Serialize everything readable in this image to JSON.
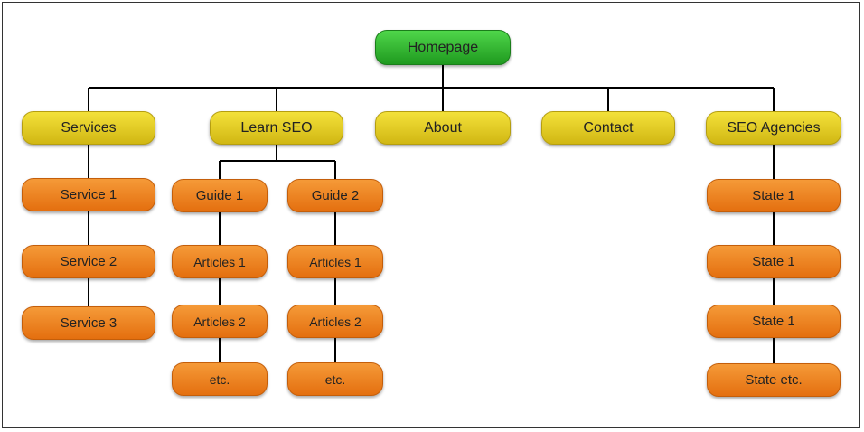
{
  "root": {
    "label": "Homepage"
  },
  "services": {
    "label": "Services",
    "children": [
      "Service 1",
      "Service 2",
      "Service 3"
    ]
  },
  "learn_seo": {
    "label": "Learn SEO",
    "guide1": {
      "label": "Guide 1",
      "children": [
        "Articles 1",
        "Articles 2",
        "etc."
      ]
    },
    "guide2": {
      "label": "Guide 2",
      "children": [
        "Articles 1",
        "Articles 2",
        "etc."
      ]
    }
  },
  "about": {
    "label": "About"
  },
  "contact": {
    "label": "Contact"
  },
  "seo_agencies": {
    "label": "SEO Agencies",
    "children": [
      "State 1",
      "State 1",
      "State 1",
      "State etc."
    ]
  },
  "colors": {
    "root": "#2fb52c",
    "level1": "#e6cc25",
    "level2": "#ee8220",
    "line": "#000000"
  }
}
